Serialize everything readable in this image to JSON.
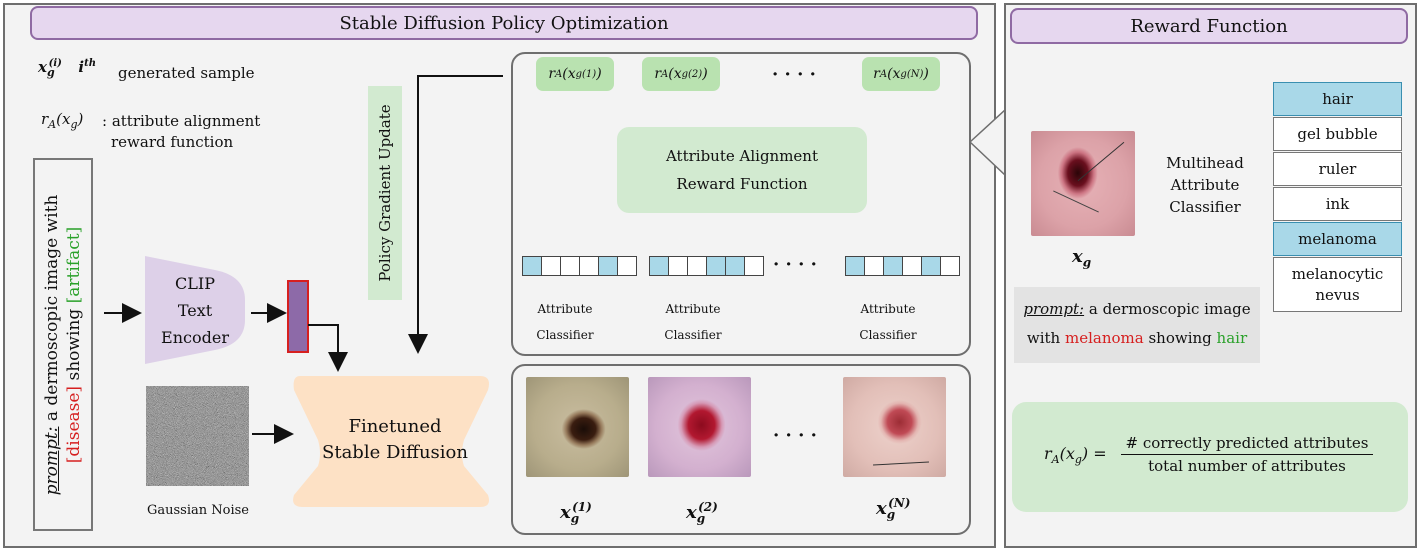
{
  "left_panel": {
    "title": "Stable Diffusion Policy Optimization",
    "legend": {
      "sample_symbol": "x_g^(i)  i^th",
      "sample_desc": "generated sample",
      "reward_symbol": "r_A(x_g)",
      "reward_desc_line1": ": attribute alignment",
      "reward_desc_line2": "reward function"
    },
    "prompt": {
      "label": "prompt:",
      "line1": "a dermoscopic image with",
      "disease": "[disease]",
      "showing": "showing",
      "artifact": "[artifact]"
    },
    "clip_encoder": [
      "CLIP",
      "Text",
      "Encoder"
    ],
    "noise_label": "Gaussian Noise",
    "policy_update": "Policy Gradient Update",
    "finetuned_sd": [
      "Finetuned",
      "Stable Diffusion"
    ],
    "rewards": [
      "r_A(x_g^(1))",
      "r_A(x_g^(2))",
      "r_A(x_g^(N))"
    ],
    "ellipsis": "· · · ·",
    "reward_function": [
      "Attribute Alignment",
      "Reward Function"
    ],
    "attribute_classifier": [
      "Attribute",
      "Classifier"
    ],
    "sample_labels": [
      "x_g^(1)",
      "x_g^(2)",
      "x_g^(N)"
    ]
  },
  "right_panel": {
    "title": "Reward Function",
    "image_label": "x_g",
    "classifier": [
      "Multihead",
      "Attribute",
      "Classifier"
    ],
    "attributes": [
      {
        "label": "hair",
        "selected": true
      },
      {
        "label": "gel bubble",
        "selected": false
      },
      {
        "label": "ruler",
        "selected": false
      },
      {
        "label": "ink",
        "selected": false
      },
      {
        "label": "melanoma",
        "selected": true
      },
      {
        "label": "melanocytic nevus",
        "selected": false
      }
    ],
    "prompt": {
      "label": "prompt:",
      "line1": "a dermoscopic image",
      "with": "with",
      "disease": "melanoma",
      "showing": "showing",
      "artifact": "hair"
    },
    "formula": {
      "lhs": "r_A(x_g) =",
      "numerator": "# correctly predicted attributes",
      "denominator": "total number of attributes"
    }
  },
  "colors": {
    "title_fill": "#e6d7ef",
    "green_fill": "#d2ead0",
    "reward_pill": "#b9e2b0",
    "clip_fill": "#ddd0e8",
    "sd_fill": "#fde1c5",
    "classifier_fill": "#cfe3f7",
    "selected_cell": "#a9d8e8",
    "disease_red": "#d61f1f",
    "artifact_green": "#2aa12a"
  }
}
